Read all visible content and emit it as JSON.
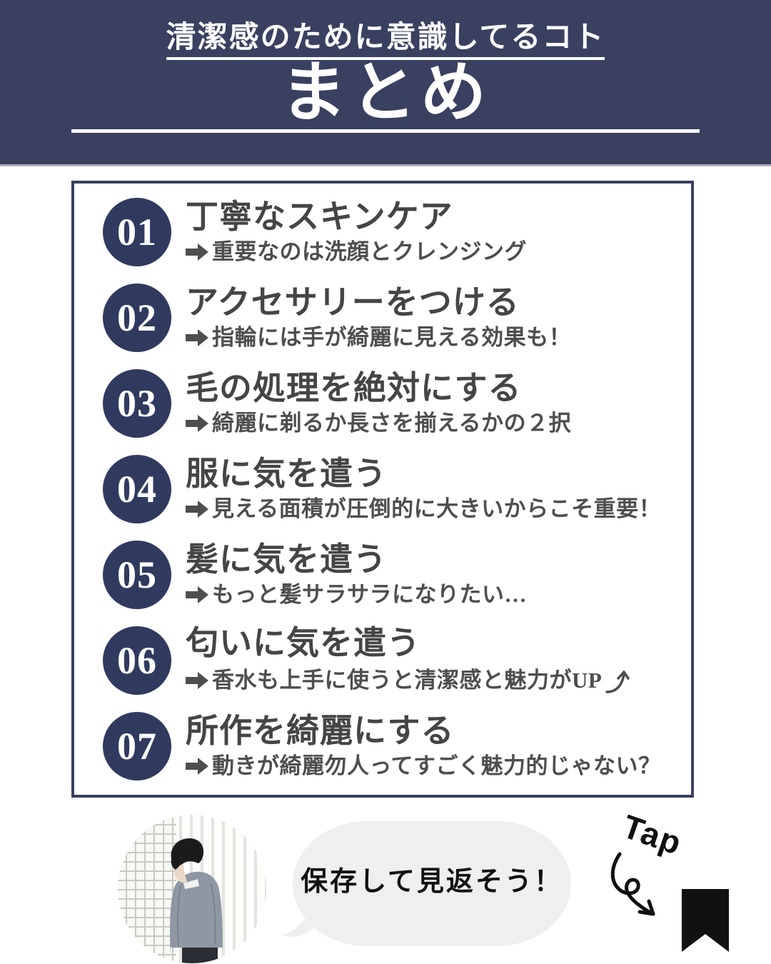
{
  "colors": {
    "header_bg": "#394060",
    "badge_navy": "#303a5e",
    "box_border": "#394060",
    "title_text": "#454545",
    "subtitle_text": "#4e4e4e",
    "bubble_bg": "#efefef",
    "ink_black": "#111111",
    "white": "#ffffff"
  },
  "header": {
    "kicker": "清潔感のために意識してるコト",
    "title": "まとめ"
  },
  "items": [
    {
      "num": "01",
      "title": "丁寧なスキンケア",
      "subtitle": "重要なのは洗顔とクレンジング"
    },
    {
      "num": "02",
      "title": "アクセサリーをつける",
      "subtitle": "指輪には手が綺麗に見える効果も！"
    },
    {
      "num": "03",
      "title": "毛の処理を絶対にする",
      "subtitle": "綺麗に剃るか長さを揃えるかの２択"
    },
    {
      "num": "04",
      "title": "服に気を遣う",
      "subtitle": "見える面積が圧倒的に大きいからこそ重要！"
    },
    {
      "num": "05",
      "title": "髪に気を遣う",
      "subtitle": "もっと髪サラサラになりたい…"
    },
    {
      "num": "06",
      "title": "匂いに気を遣う",
      "subtitle": "香水も上手に使うと清潔感と魅力がUP",
      "suffix_icon": "curve-up-arrow-icon"
    },
    {
      "num": "07",
      "title": "所作を綺麗にする",
      "subtitle": "動きが綺麗勿人ってすごく魅力的じゃない？"
    }
  ],
  "bullet_icon": "right-arrow-icon",
  "footer": {
    "bubble_text": "保存して見返そう！",
    "tap_label": "Tap",
    "icons": {
      "avatar": "profile-photo-icon",
      "arrow": "curly-arrow-icon",
      "save": "bookmark-icon"
    }
  }
}
